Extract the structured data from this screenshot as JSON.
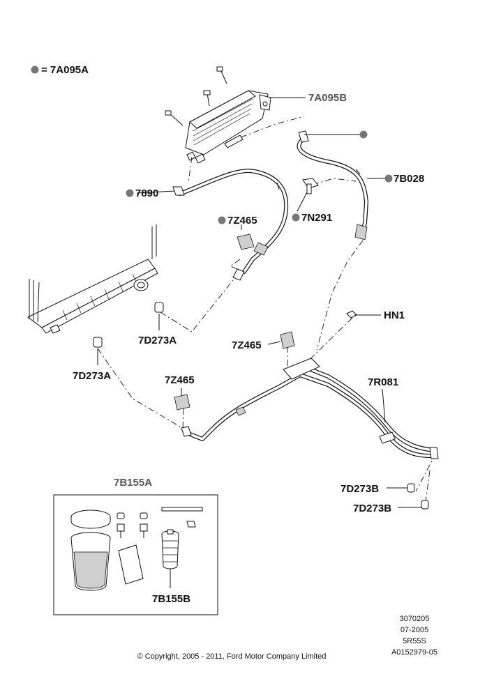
{
  "legend": {
    "text": "= 7A095A",
    "dot_color": "#777777"
  },
  "labels": {
    "l_7a095b": "7A095B",
    "l_7b028": "7B028",
    "l_7890": "7890",
    "l_7z465_a": "7Z465",
    "l_7n291": "7N291",
    "l_hn1": "HN1",
    "l_7d273a_a": "7D273A",
    "l_7z465_b": "7Z465",
    "l_7d273a_b": "7D273A",
    "l_7z465_c": "7Z465",
    "l_7r081": "7R081",
    "l_7b155a": "7B155A",
    "l_7d273b_a": "7D273B",
    "l_7d273b_b": "7D273B",
    "l_7b155b": "7B155B"
  },
  "meta": {
    "line1": "3070205",
    "line2": "07-2005",
    "line3": "5R55S",
    "line4": "A0152979-05"
  },
  "copyright": "© Copyright, 2005 - 2011, Ford Motor Company Limited"
}
